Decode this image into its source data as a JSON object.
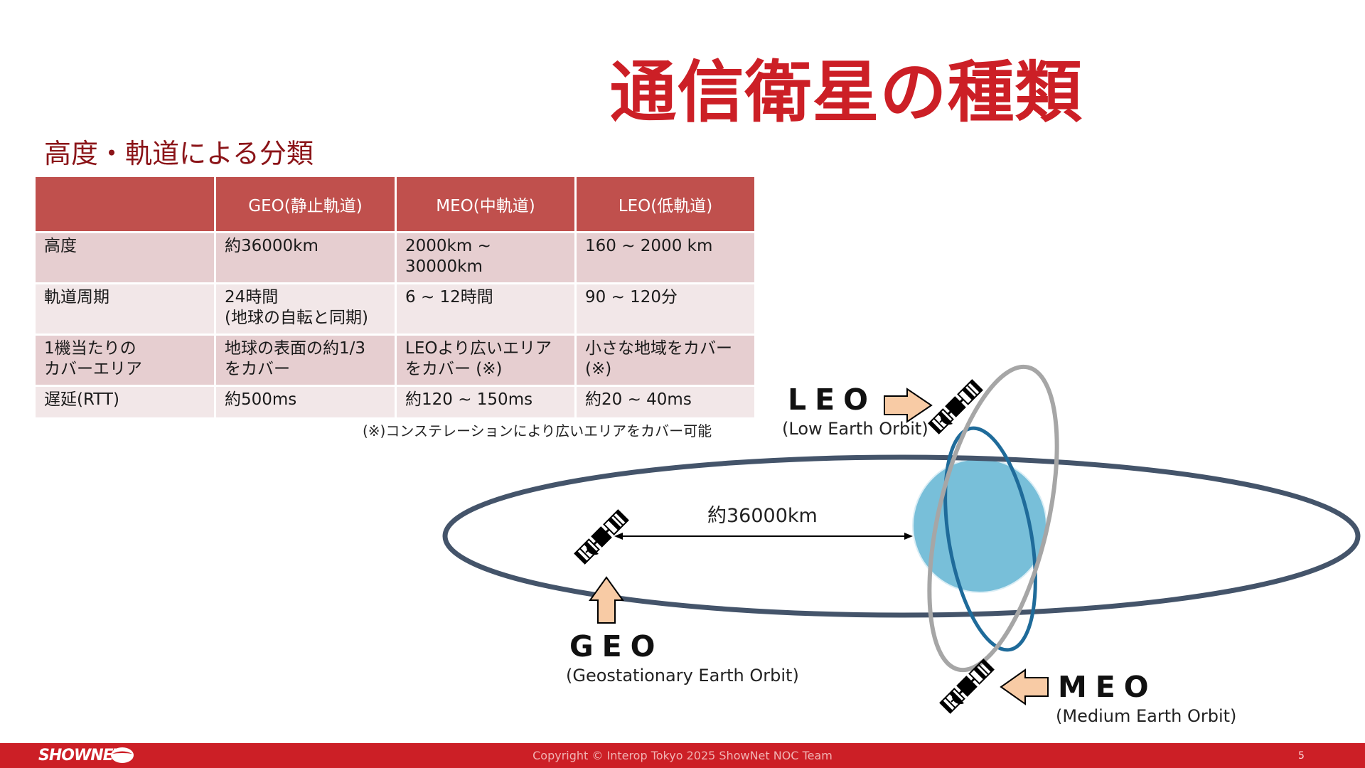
{
  "title": "通信衛星の種類",
  "subtitle": "高度・軌道による分類",
  "table": {
    "headers": [
      "",
      "GEO(静止軌道)",
      "MEO(中軌道)",
      "LEO(低軌道)"
    ],
    "rows": [
      [
        "高度",
        "約36000km",
        "2000km ~\n30000km",
        "160 ~ 2000 km"
      ],
      [
        "軌道周期",
        "24時間\n(地球の自転と同期)",
        "6 ~ 12時間",
        "90 ~ 120分"
      ],
      [
        "1機当たりの\nカバーエリア",
        "地球の表面の約1/3\nをカバー",
        "LEOより広いエリア\nをカバー (※)",
        "小さな地域をカバー\n(※)"
      ],
      [
        "遅延(RTT)",
        "約500ms",
        "約120 ~ 150ms",
        "約20 ~ 40ms"
      ]
    ]
  },
  "footnote": "(※)コンステレーションにより広いエリアをカバー可能",
  "diagram": {
    "distance_label": "約36000km",
    "leo": {
      "name": "LEO",
      "full": "(Low Earth Orbit)"
    },
    "geo": {
      "name": "GEO",
      "full": "(Geostationary Earth Orbit)"
    },
    "meo": {
      "name": "MEO",
      "full": "(Medium Earth Orbit)"
    },
    "colors": {
      "earth": "#78bfd9",
      "geo_orbit": "#44546a",
      "leo_orbit": "#1f6b9a",
      "meo_orbit": "#a6a6a6",
      "arrow_fill": "#f8cba5"
    }
  },
  "footer": {
    "logo": "SHOWNET",
    "copyright": "Copyright © Interop Tokyo 2025 ShowNet NOC Team",
    "page": "5"
  }
}
